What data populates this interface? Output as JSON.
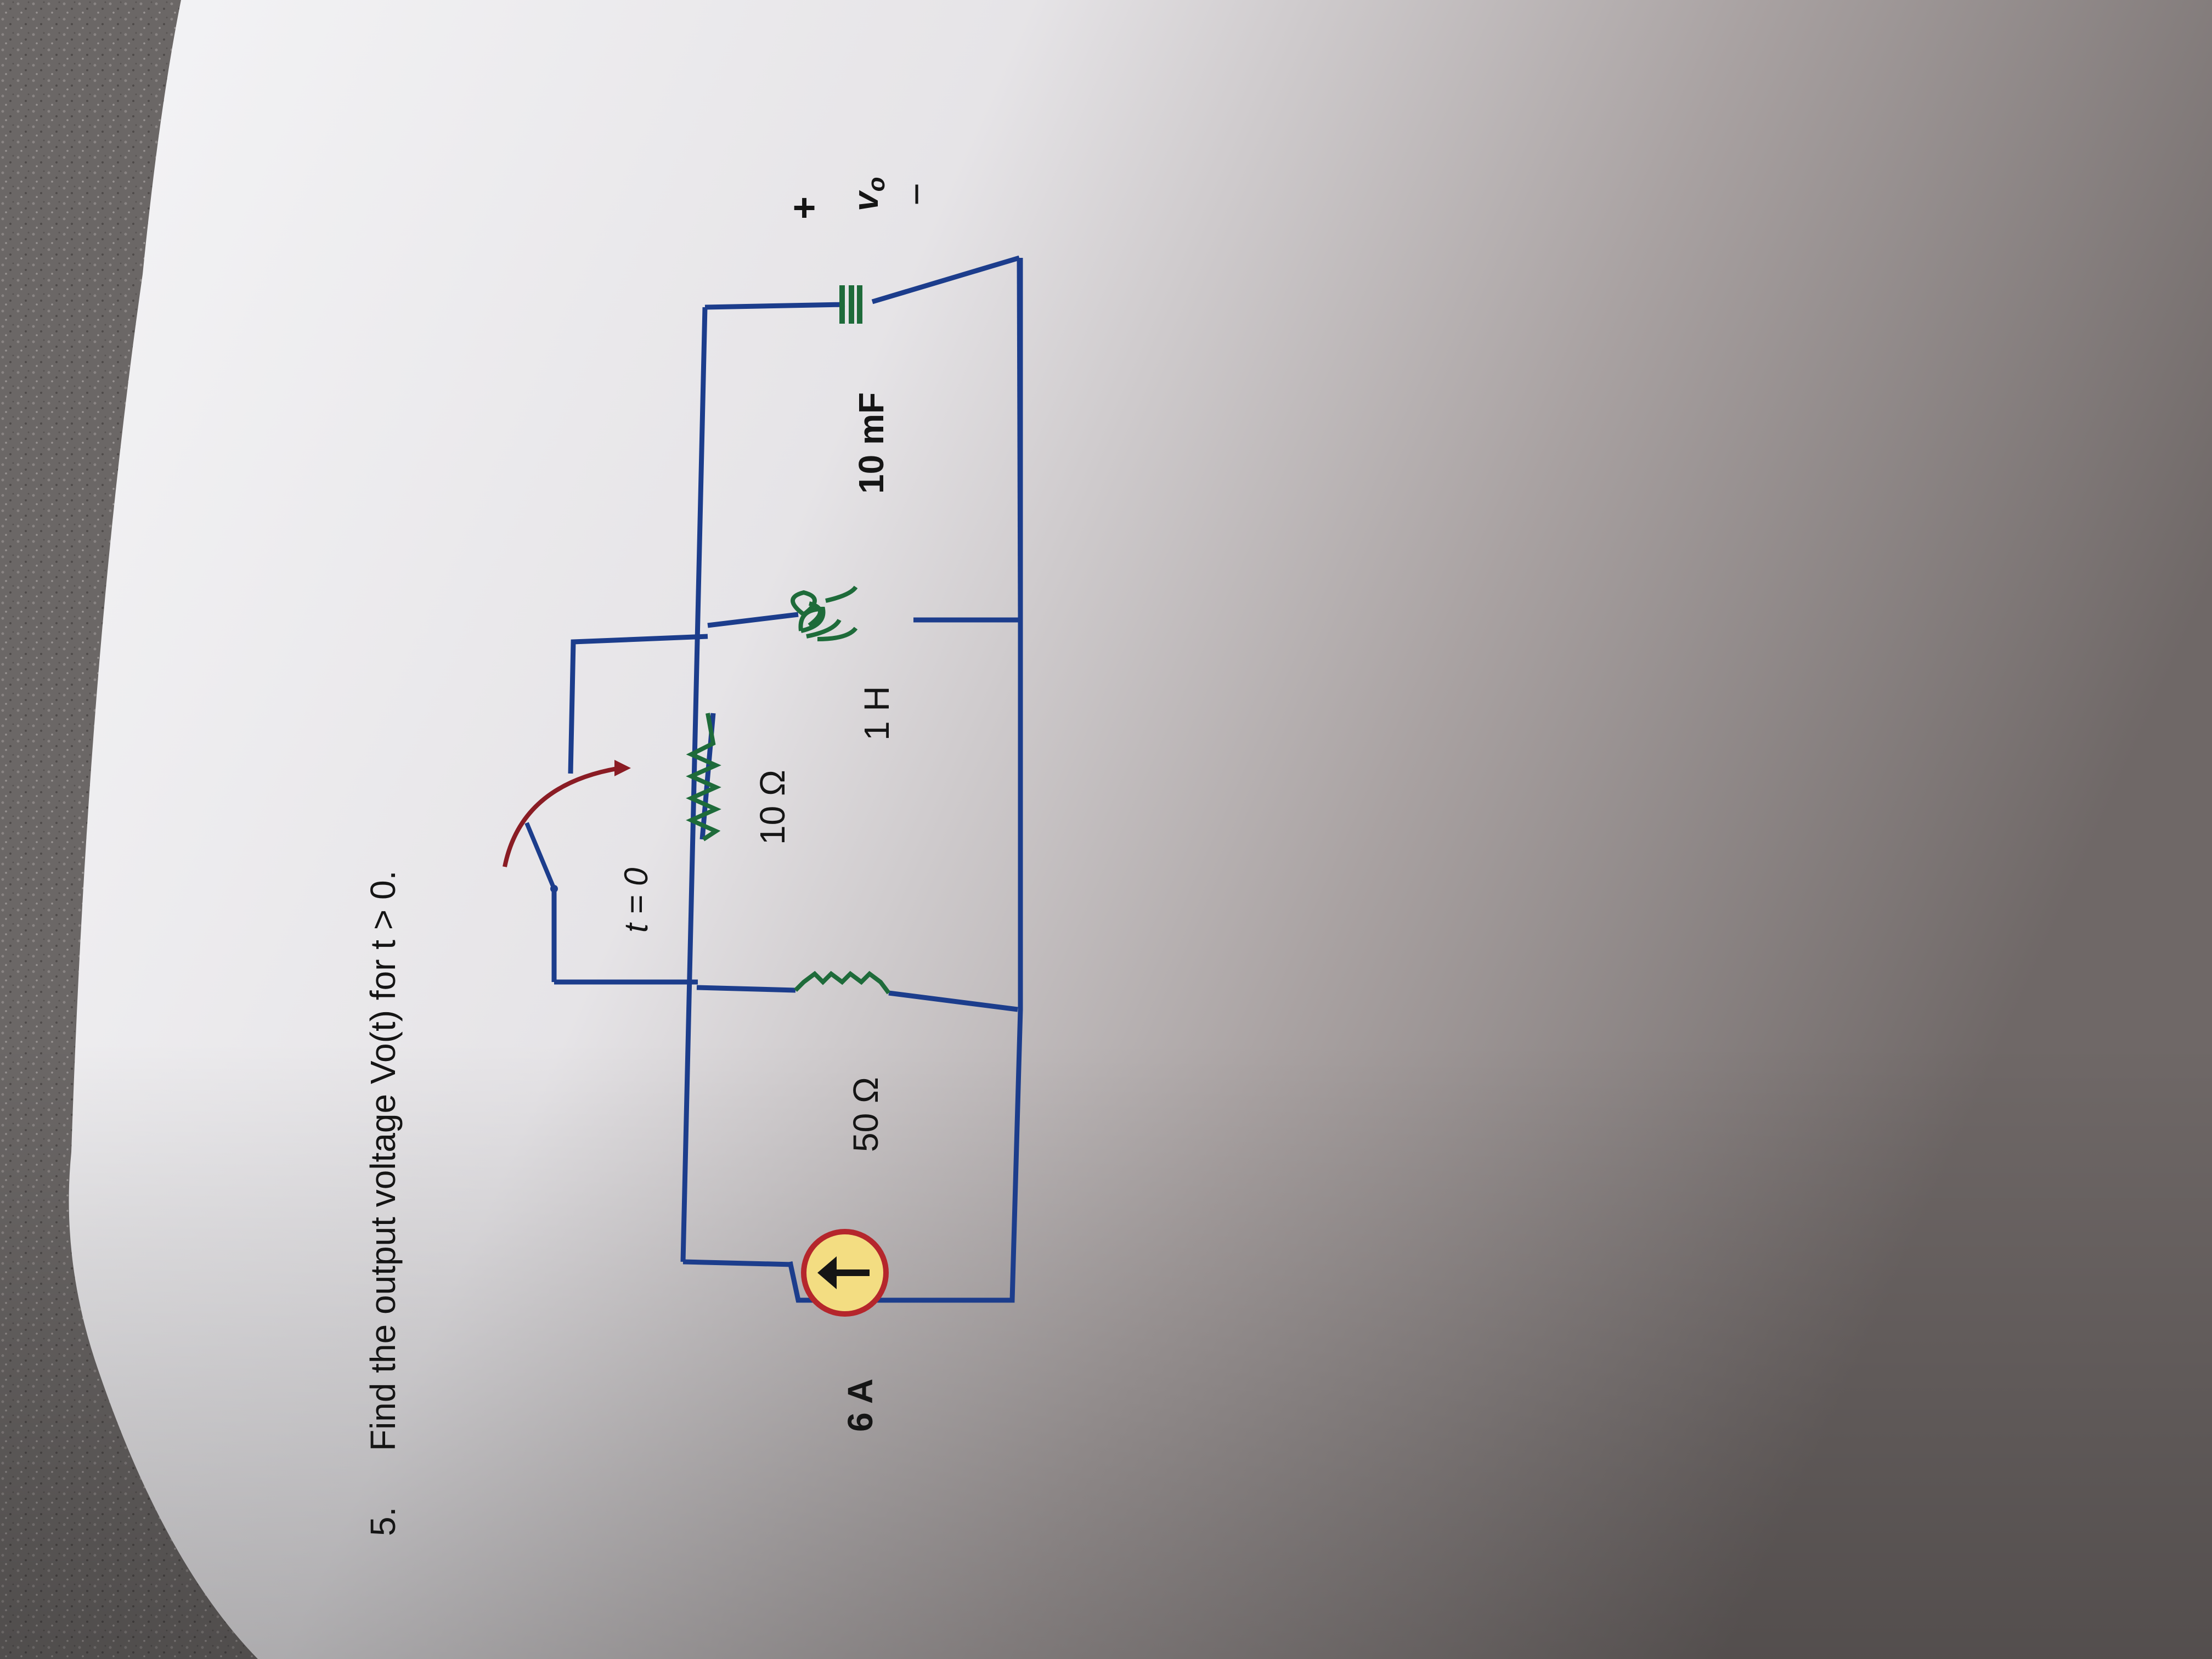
{
  "problem": {
    "number": "5.",
    "text": "Find the output voltage Vo(t) for t > 0."
  },
  "circuit": {
    "source_label": "6 A",
    "r50_label": "50 Ω",
    "switch_label": "t = 0",
    "r10_label": "10 Ω",
    "inductor_label": "1 H",
    "capacitor_label": "10 mF",
    "vo_plus": "+",
    "vo_label": "v",
    "vo_sub": "o",
    "vo_minus": "−"
  },
  "colors": {
    "wire": "#1c3d8c",
    "resistor": "#1e6b3a",
    "switch": "#8a1c24",
    "source_fill": "#f3dd82",
    "source_ring": "#b5262c",
    "text": "#151515"
  }
}
